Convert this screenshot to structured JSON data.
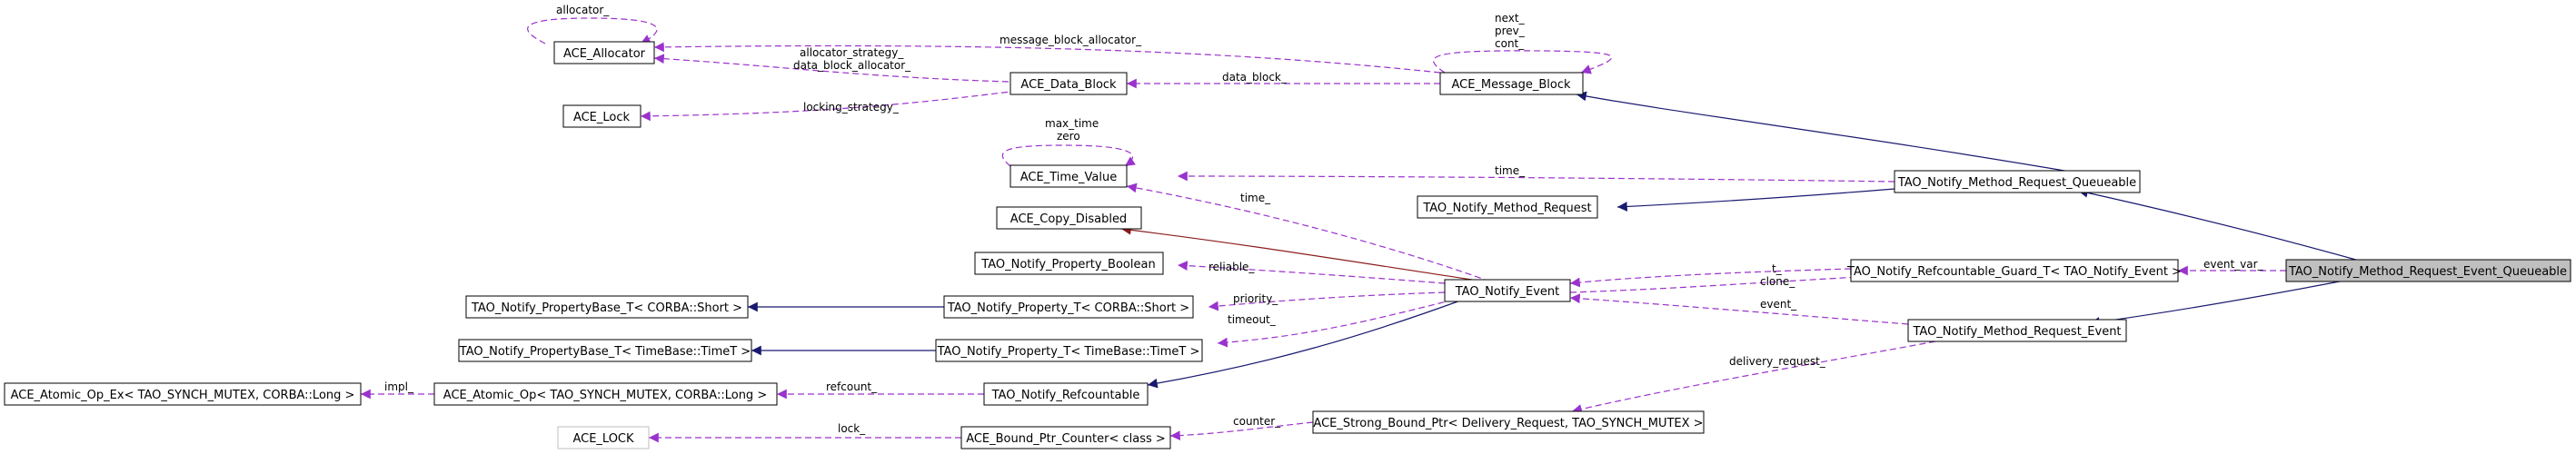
{
  "nodes": {
    "ace_allocator": "ACE_Allocator",
    "ace_lock": "ACE_Lock",
    "ace_data_block": "ACE_Data_Block",
    "ace_message_block": "ACE_Message_Block",
    "ace_time_value": "ACE_Time_Value",
    "ace_copy_disabled": "ACE_Copy_Disabled",
    "tao_notify_property_boolean": "TAO_Notify_Property_Boolean",
    "tao_notify_propertybase_short": "TAO_Notify_PropertyBase_T< CORBA::Short >",
    "tao_notify_property_short": "TAO_Notify_Property_T< CORBA::Short >",
    "tao_notify_propertybase_timet": "TAO_Notify_PropertyBase_T< TimeBase::TimeT >",
    "tao_notify_property_timet": "TAO_Notify_Property_T< TimeBase::TimeT >",
    "ace_atomic_op_ex": "ACE_Atomic_Op_Ex< TAO_SYNCH_MUTEX, CORBA::Long >",
    "ace_atomic_op": "ACE_Atomic_Op< TAO_SYNCH_MUTEX, CORBA::Long >",
    "tao_notify_refcountable": "TAO_Notify_Refcountable",
    "ace_lock_upper": "ACE_LOCK",
    "ace_bound_ptr_counter": "ACE_Bound_Ptr_Counter< class >",
    "ace_strong_bound_ptr": "ACE_Strong_Bound_Ptr< Delivery_Request, TAO_SYNCH_MUTEX >",
    "tao_notify_event": "TAO_Notify_Event",
    "tao_notify_method_request": "TAO_Notify_Method_Request",
    "tao_notify_method_request_queueable": "TAO_Notify_Method_Request_Queueable",
    "tao_notify_refcountable_guard": "TAO_Notify_Refcountable_Guard_T< TAO_Notify_Event >",
    "tao_notify_method_request_event": "TAO_Notify_Method_Request_Event",
    "tao_notify_method_request_event_queueable": "TAO_Notify_Method_Request_Event_Queueable"
  },
  "edge_labels": {
    "allocator": "allocator_",
    "message_block_allocator": "message_block_allocator_",
    "allocator_strategy": "allocator_strategy_",
    "data_block_allocator": "data_block_allocator_",
    "locking_strategy": "locking_strategy_",
    "data_block": "data_block_",
    "next": "next_",
    "prev": "prev_",
    "cont": "cont_",
    "max_time": "max_time",
    "zero": "zero",
    "time_queueable": "time_",
    "time_event": "time_",
    "reliable": "reliable_",
    "priority": "priority_",
    "timeout": "timeout_",
    "refcount": "refcount_",
    "impl": "impl_",
    "lock": "lock_",
    "counter": "counter_",
    "delivery_request": "delivery_request_",
    "t": "t_",
    "clone": "clone_",
    "event": "event_",
    "event_var": "event_var_"
  },
  "colors": {
    "usage_edge": "#9a32cd",
    "inheritance_edge": "#191970",
    "private_inheritance_edge": "#8b1a1a",
    "focus_fill": "#bfbfbf",
    "undocumented_border": "#bfbfbf"
  }
}
